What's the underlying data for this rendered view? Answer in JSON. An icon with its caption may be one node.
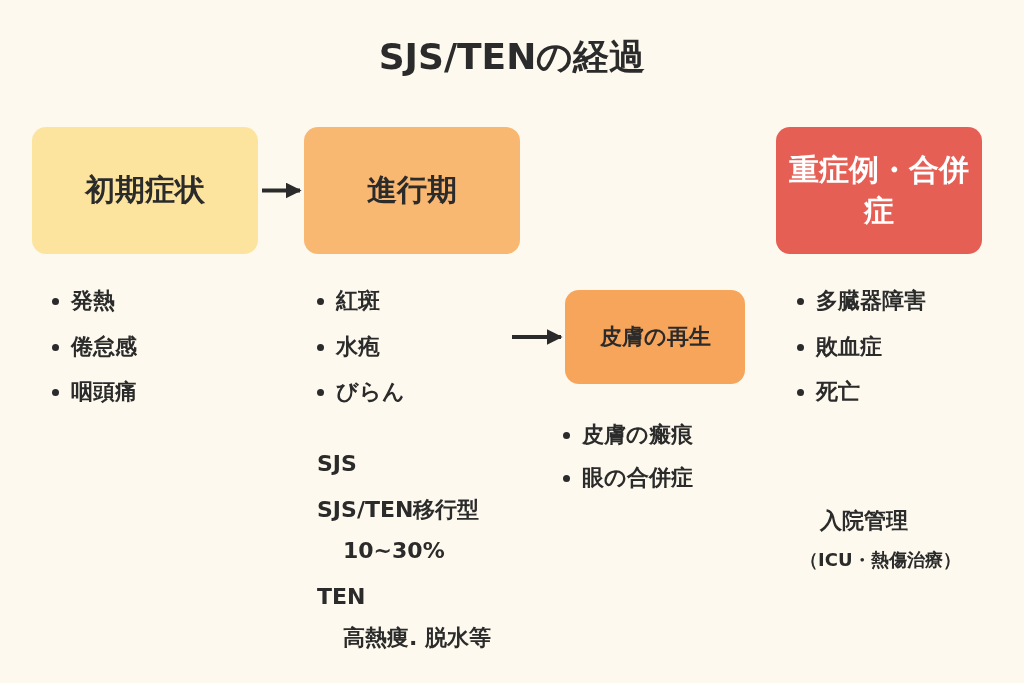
{
  "diagram": {
    "title": "SJS/TENの経過",
    "nodes": [
      {
        "text": [
          "初期症状"
        ]
      },
      {
        "text": [
          "進行期"
        ]
      },
      {
        "text": [
          "皮膚の再生"
        ]
      },
      {
        "text": [
          "重症例・合併症"
        ]
      }
    ],
    "edges": [
      {
        "from": 0,
        "to": 1,
        "arrow": "to"
      },
      {
        "from": null,
        "to": 2,
        "arrow": "to"
      }
    ],
    "labels": [
      "発熱",
      "倦怠感",
      "咽頭痛",
      "紅斑",
      "水疱",
      "びらん",
      "多臓器障害",
      "敗血症",
      "死亡",
      "皮膚の瘢痕",
      "眼の合併症",
      "SJS",
      "SJS/TEN移行型",
      "10~30%",
      "TEN",
      "高熱痩. 脱水等",
      "入院管理",
      "（ICU・熱傷治療）"
    ]
  }
}
